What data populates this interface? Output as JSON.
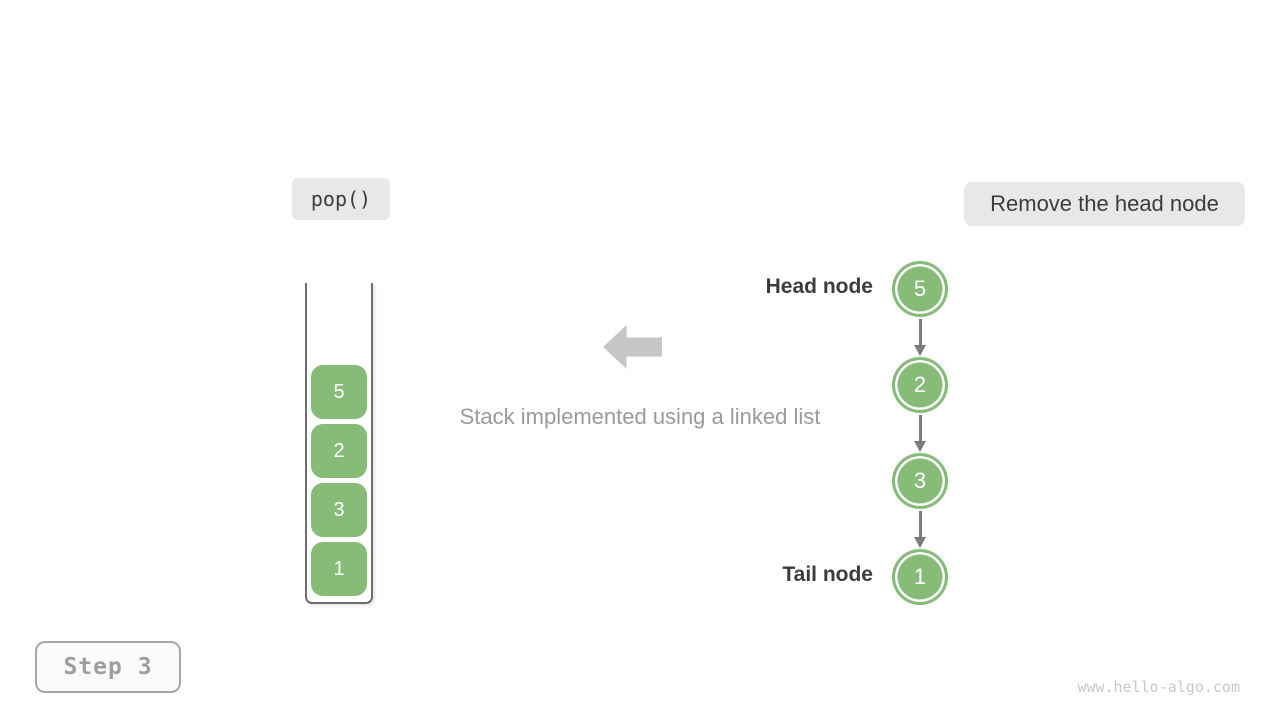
{
  "labels": {
    "operation": "pop()",
    "annotation": "Remove the head node",
    "caption": "Stack implemented using a linked list",
    "head_label": "Head node",
    "tail_label": "Tail node",
    "step": "Step 3",
    "watermark": "www.hello-algo.com"
  },
  "stack": {
    "items_top_to_bottom": [
      "5",
      "2",
      "3",
      "1"
    ]
  },
  "linked_list": {
    "nodes_head_to_tail": [
      "5",
      "2",
      "3",
      "1"
    ]
  },
  "colors": {
    "node_green": "#86bb78",
    "badge_bg": "#e8e8e8",
    "dark_text": "#3c3c3c",
    "gray_text": "#9a9a9a",
    "block_arrow_gray": "#c6c6c6",
    "connector_gray": "#7d7d7d",
    "container_border": "#6e6e6e",
    "step_border": "#a6a6a6",
    "step_bg": "#fbfbfb",
    "watermark_gray": "#c9c9c9"
  }
}
